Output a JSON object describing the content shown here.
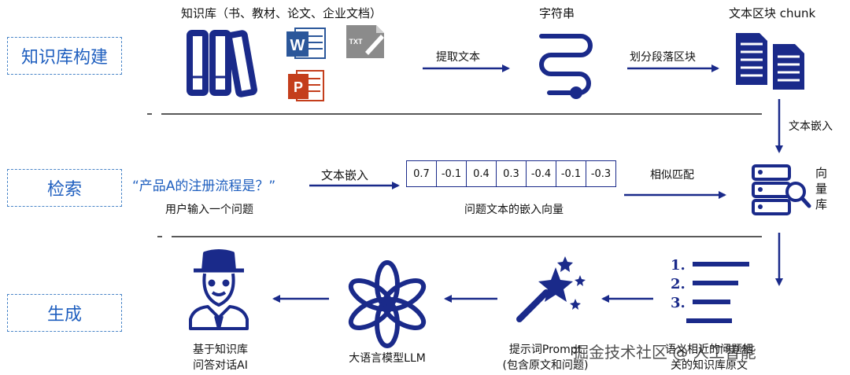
{
  "stages": {
    "build": "知识库构建",
    "retrieve": "检索",
    "generate": "生成"
  },
  "build": {
    "sources_label": "知识库（书、教材、论文、企业文档）",
    "txt_icon_text": "TXT",
    "word_icon_text": "W",
    "ppt_icon_text": "P",
    "extract_label": "提取文本",
    "string_label": "字符串",
    "split_label": "划分段落区块",
    "chunk_label": "文本区块 chunk",
    "embed_label": "文本嵌入"
  },
  "retrieve": {
    "query": "“产品A的注册流程是？”",
    "query_caption": "用户输入一个问题",
    "embed_label": "文本嵌入",
    "vector": [
      "0.7",
      "-0.1",
      "0.4",
      "0.3",
      "-0.4",
      "-0.1",
      "-0.3"
    ],
    "vector_caption": "问题文本的嵌入向量",
    "match_label": "相似匹配",
    "db_label": "向量库"
  },
  "generate": {
    "list_numbers": [
      "1.",
      "2.",
      "3."
    ],
    "relevant_label_line1": "语义相近的问题相",
    "relevant_label_line2": "关的知识库原文",
    "prompt_label_line1": "提示词Prompt",
    "prompt_label_line2": "(包含原文和问题)",
    "llm_label": "大语言模型LLM",
    "ai_label_line1": "基于知识库",
    "ai_label_line2": "问答对话AI"
  },
  "watermark": "掘金技术社区 @ 人工智能",
  "colors": {
    "navy": "#1a2a8a",
    "blue": "#1f5fbf",
    "dashed": "#4a86c8",
    "word": "#2b579a",
    "ppt": "#c43e1c"
  }
}
